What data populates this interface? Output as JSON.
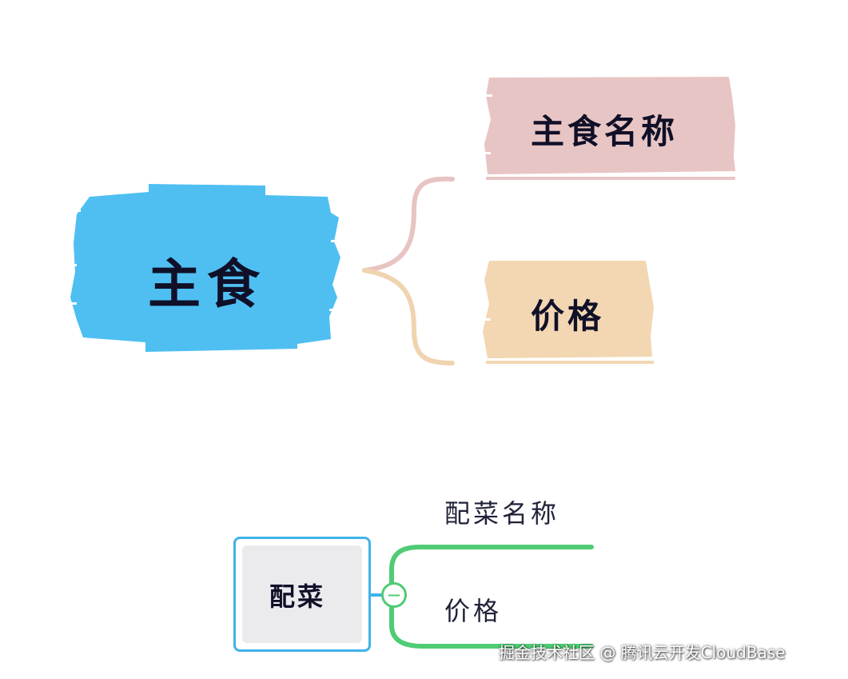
{
  "colors": {
    "main_topic": "#4fbff2",
    "name_subtopic": "#e8c5c5",
    "price_subtopic": "#f2d7b2",
    "brace_top": "#e7c4c2",
    "brace_bottom": "#f0d4b0",
    "side_border": "#3fb3ea",
    "side_fill": "#ebebee",
    "side_branch": "#4fcc74",
    "text": "#101028"
  },
  "main_map": {
    "topic": "主食",
    "subtopics": [
      {
        "label": "主食名称",
        "color": "#e8c5c5"
      },
      {
        "label": "价格",
        "color": "#f2d7b2"
      }
    ]
  },
  "side_map": {
    "topic": "配菜",
    "collapse_symbol": "—",
    "subtopics": [
      {
        "label": "配菜名称"
      },
      {
        "label": "价格"
      }
    ]
  },
  "watermark": "掘金技术社区 @ 腾讯云开发CloudBase"
}
